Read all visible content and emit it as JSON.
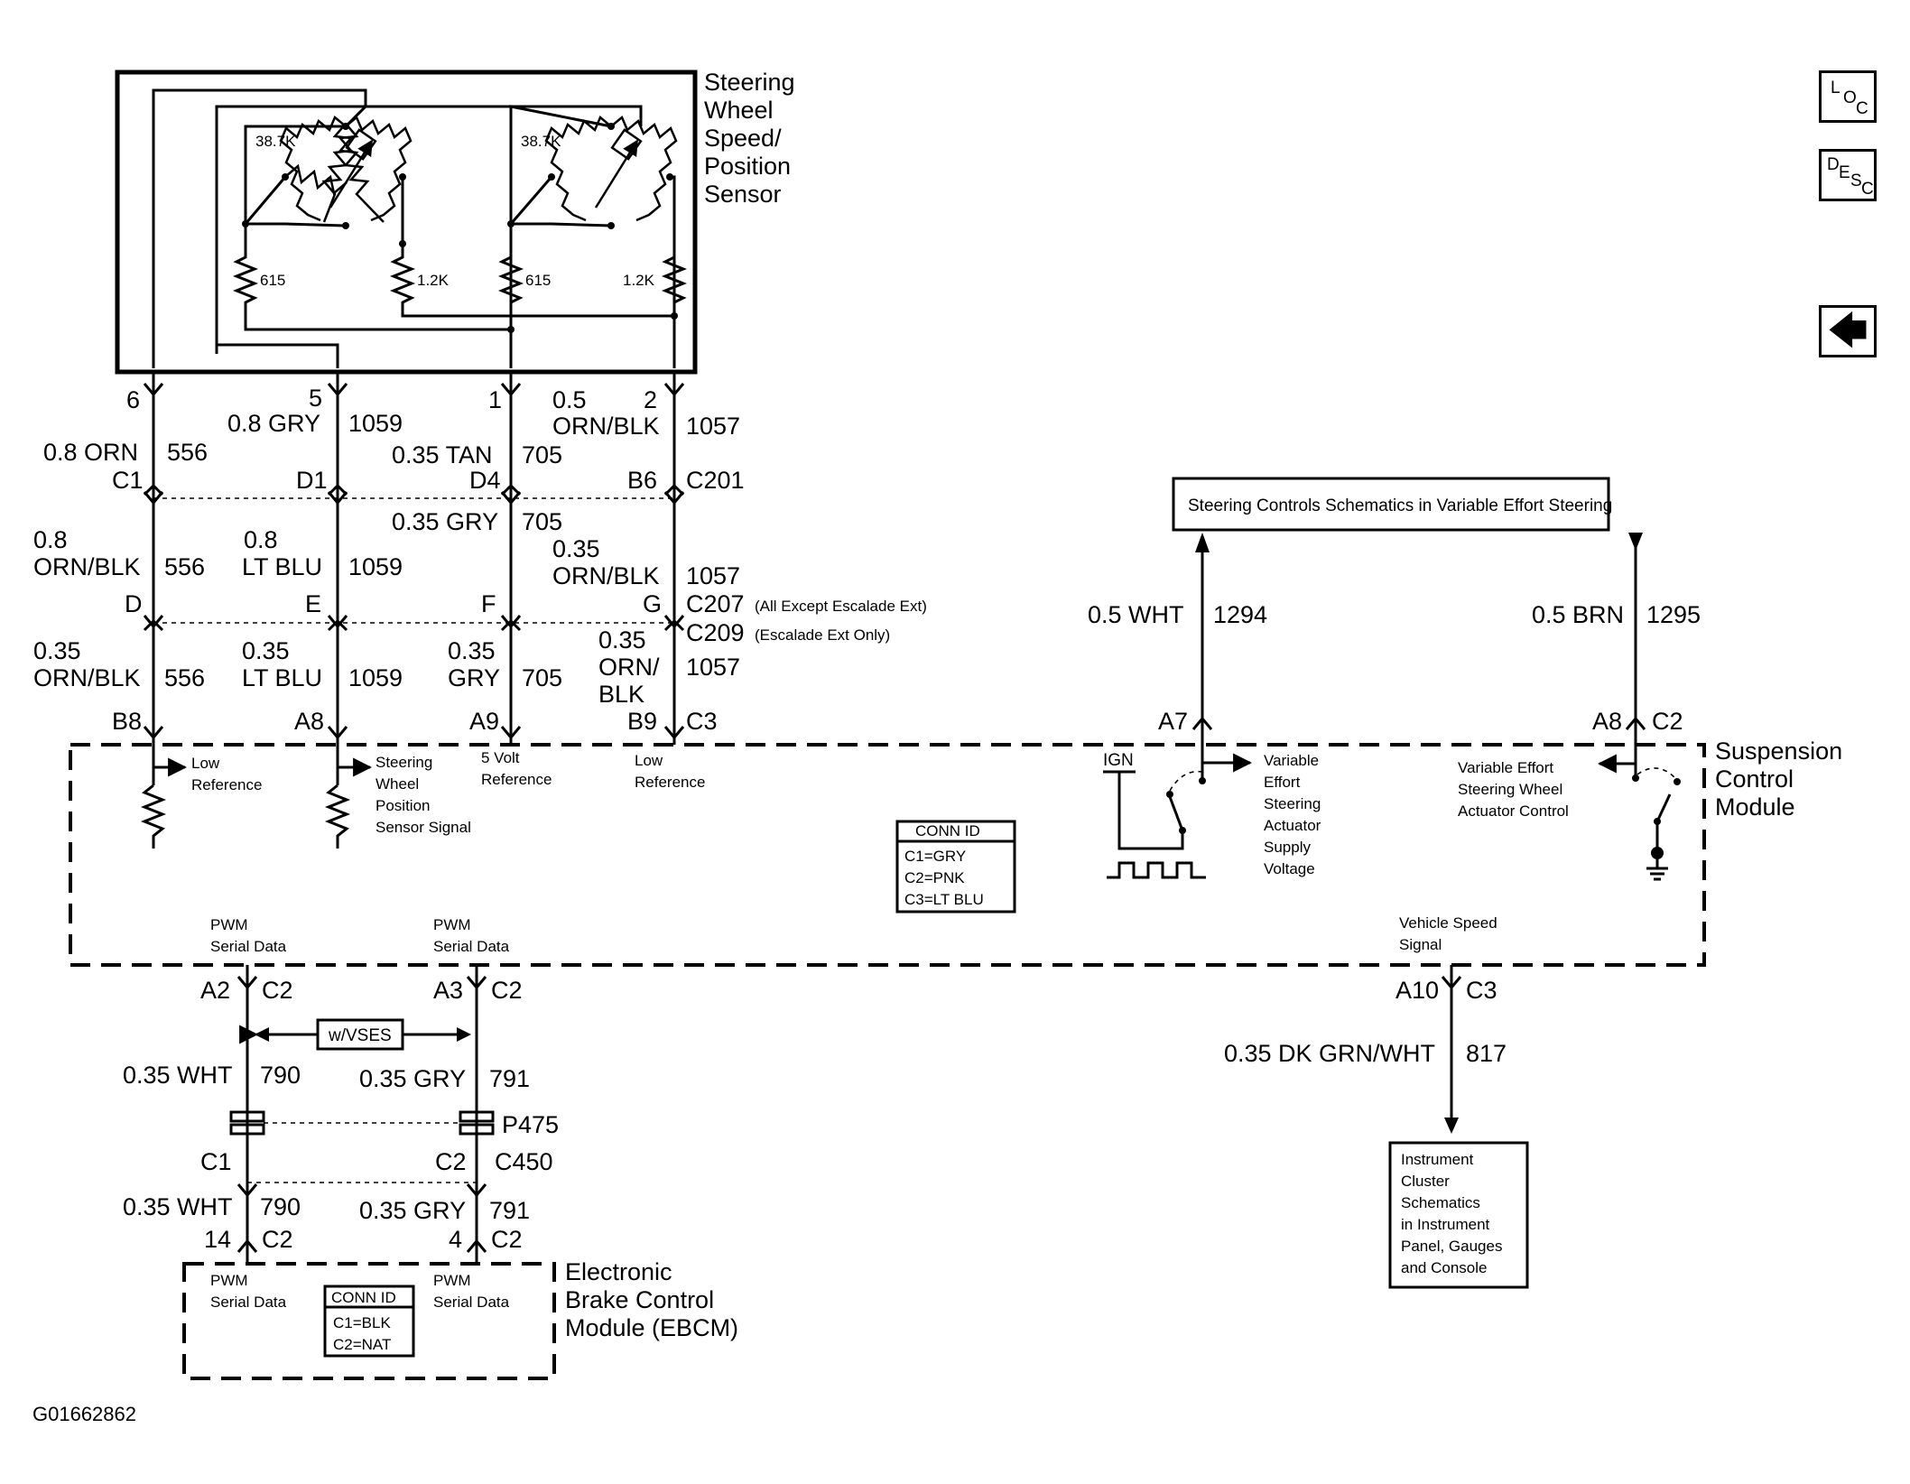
{
  "sensor": {
    "title_lines": [
      "Steering",
      "Wheel",
      "Speed/",
      "Position",
      "Sensor"
    ],
    "pot_values": [
      "38.7K",
      "38.7K"
    ],
    "resistors": [
      "615",
      "1.2K",
      "615",
      "1.2K"
    ]
  },
  "wires": {
    "pins_top": [
      "6",
      "5",
      "1",
      "2"
    ],
    "seg1": {
      "colors": [
        "0.8 ORN",
        "0.8 GRY",
        "0.35 TAN",
        "0.5",
        "ORN/BLK"
      ],
      "circuits": [
        "556",
        "1059",
        "705",
        "1057"
      ],
      "terms": [
        "C1",
        "D1",
        "D4",
        "B6"
      ],
      "connector": "C201"
    },
    "seg2": {
      "colors": [
        "0.8",
        "ORN/BLK",
        "0.8",
        "LT BLU",
        "0.35 GRY",
        "0.35",
        "ORN/BLK"
      ],
      "circuits": [
        "556",
        "1059",
        "705",
        "1057"
      ],
      "terms": [
        "D",
        "E",
        "F",
        "G"
      ],
      "connector1": "C207",
      "connector1_note": "(All Except Escalade Ext)",
      "connector2": "C209",
      "connector2_note": "(Escalade Ext Only)"
    },
    "seg3": {
      "colors": [
        "0.35",
        "ORN/BLK",
        "0.35",
        "LT BLU",
        "0.35",
        "GRY",
        "0.35",
        "ORN/",
        "BLK"
      ],
      "circuits": [
        "556",
        "1059",
        "705",
        "1057"
      ],
      "terms": [
        "B8",
        "A8",
        "A9",
        "B9"
      ],
      "connector": "C3"
    }
  },
  "scm": {
    "title_lines": [
      "Suspension",
      "Control",
      "Module"
    ],
    "signals": {
      "low_ref_1": [
        "Low",
        "Reference"
      ],
      "position_signal": [
        "Steering",
        "Wheel",
        "Position",
        "Sensor Signal"
      ],
      "five_volt": [
        "5 Volt",
        "Reference"
      ],
      "low_ref_2": [
        "Low",
        "Reference"
      ],
      "ign": "IGN",
      "actuator_supply": [
        "Variable",
        "Effort",
        "Steering",
        "Actuator",
        "Supply",
        "Voltage"
      ],
      "actuator_control": [
        "Variable Effort",
        "Steering Wheel",
        "Actuator Control"
      ],
      "pwm_1": [
        "PWM",
        "Serial Data"
      ],
      "pwm_2": [
        "PWM",
        "Serial Data"
      ],
      "vehicle_speed": [
        "Vehicle Speed",
        "Signal"
      ]
    },
    "conn_id": {
      "title": "CONN ID",
      "lines": [
        "C1=GRY",
        "C2=PNK",
        "C3=LT BLU"
      ]
    }
  },
  "steering_controls": {
    "box_label": "Steering Controls Schematics in Variable Effort Steering",
    "wire1": {
      "color": "0.5 WHT",
      "circuit": "1294",
      "term": "A7"
    },
    "wire2": {
      "color": "0.5 BRN",
      "circuit": "1295",
      "term": "A8",
      "connector": "C2"
    }
  },
  "serial": {
    "top_terms": [
      {
        "pin": "A2",
        "conn": "C2"
      },
      {
        "pin": "A3",
        "conn": "C2"
      }
    ],
    "option_label": "w/VSES",
    "seg1": {
      "colors": [
        "0.35 WHT",
        "0.35 GRY"
      ],
      "circuits": [
        "790",
        "791"
      ]
    },
    "splice": "P475",
    "mid_terms": [
      "C1",
      "C2"
    ],
    "mid_connector": "C450",
    "seg2": {
      "colors": [
        "0.35 WHT",
        "0.35 GRY"
      ],
      "circuits": [
        "790",
        "791"
      ]
    },
    "bottom_terms": [
      {
        "pin": "14",
        "conn": "C2"
      },
      {
        "pin": "4",
        "conn": "C2"
      }
    ]
  },
  "ebcm": {
    "title_lines": [
      "Electronic",
      "Brake Control",
      "Module (EBCM)"
    ],
    "pwm_1": [
      "PWM",
      "Serial Data"
    ],
    "pwm_2": [
      "PWM",
      "Serial Data"
    ],
    "conn_id": {
      "title": "CONN ID",
      "lines": [
        "C1=BLK",
        "C2=NAT"
      ]
    }
  },
  "vss": {
    "term": "A10",
    "conn": "C3",
    "color": "0.35 DK GRN/WHT",
    "circuit": "817",
    "box_lines": [
      "Instrument",
      "Cluster",
      "Schematics",
      "in Instrument",
      "Panel, Gauges",
      "and Console"
    ]
  },
  "nav": {
    "loc": [
      "L",
      "O",
      "C"
    ],
    "desc": [
      "D",
      "E",
      "S",
      "C"
    ],
    "back_icon": "left-arrow-icon"
  },
  "figure_id": "G01662862"
}
